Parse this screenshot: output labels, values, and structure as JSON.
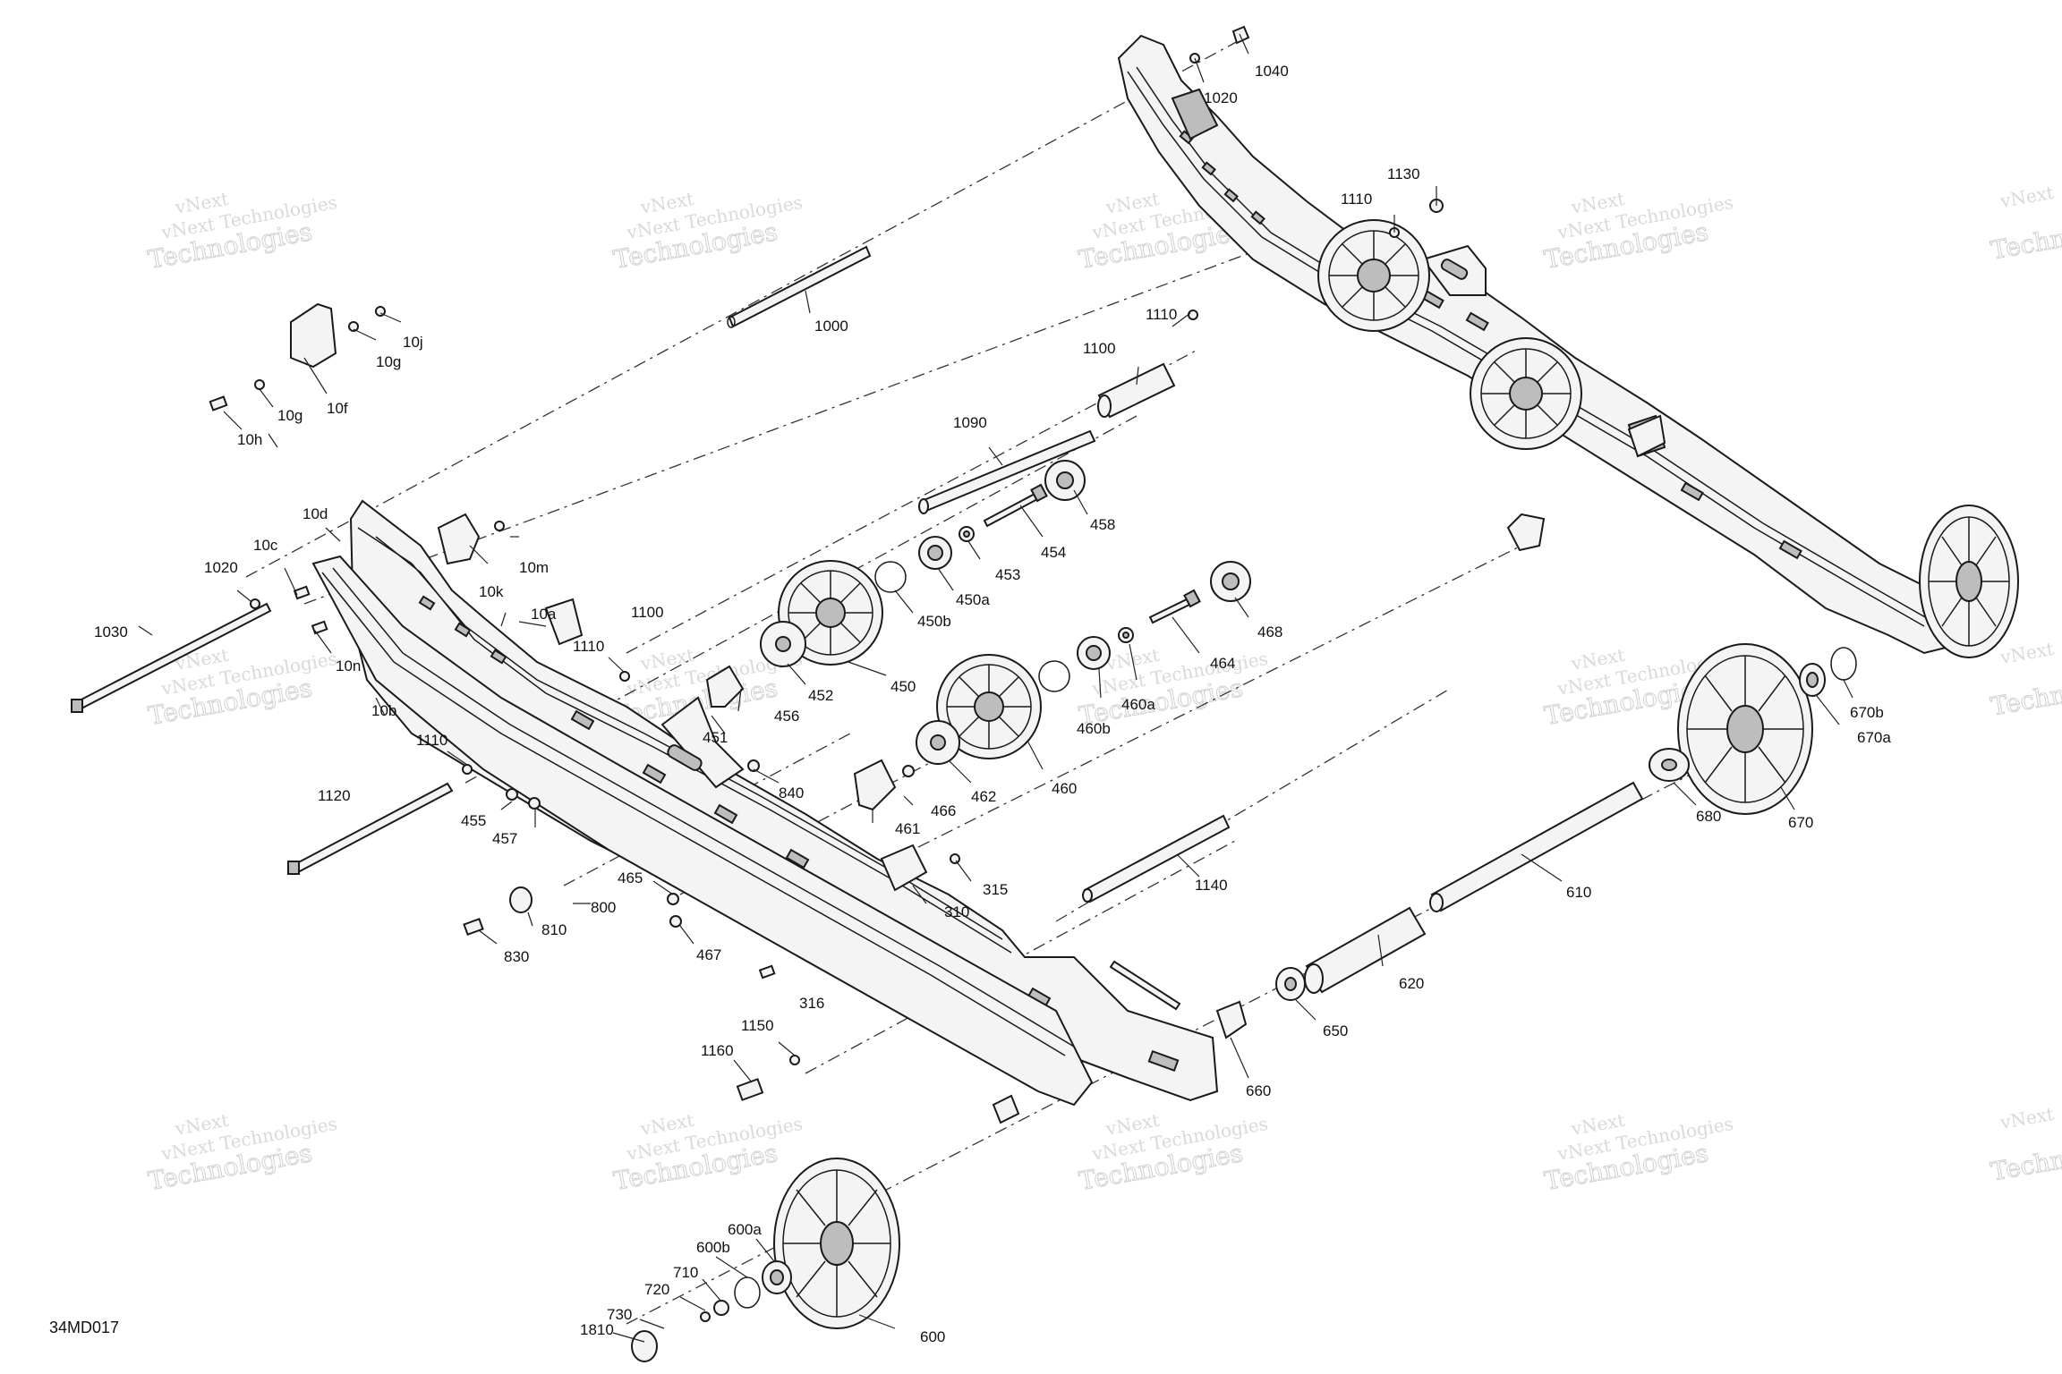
{
  "diagram_code": "34MD017",
  "watermark": {
    "line1": "vNext",
    "line2": "vNext Technologies",
    "line3": "Technologies"
  },
  "callouts": [
    "1040",
    "1020",
    "1130",
    "1110",
    "1110",
    "1000",
    "1100",
    "10j",
    "10g",
    "10g",
    "10f",
    "10h",
    "1090",
    "458",
    "454",
    "453",
    "450a",
    "450b",
    "450",
    "452",
    "456",
    "451",
    "1100",
    "1110",
    "10d",
    "10c",
    "1020",
    "10m",
    "10k",
    "10a",
    "10n",
    "10b",
    "1030",
    "468",
    "464",
    "460a",
    "460b",
    "460",
    "462",
    "466",
    "461",
    "840",
    "1110",
    "1120",
    "455",
    "457",
    "800",
    "810",
    "830",
    "465",
    "467",
    "315",
    "310",
    "1140",
    "610",
    "620",
    "650",
    "660",
    "316",
    "1150",
    "1160",
    "670b",
    "670a",
    "670",
    "680",
    "600",
    "600a",
    "600b",
    "710",
    "720",
    "730",
    "1810"
  ]
}
